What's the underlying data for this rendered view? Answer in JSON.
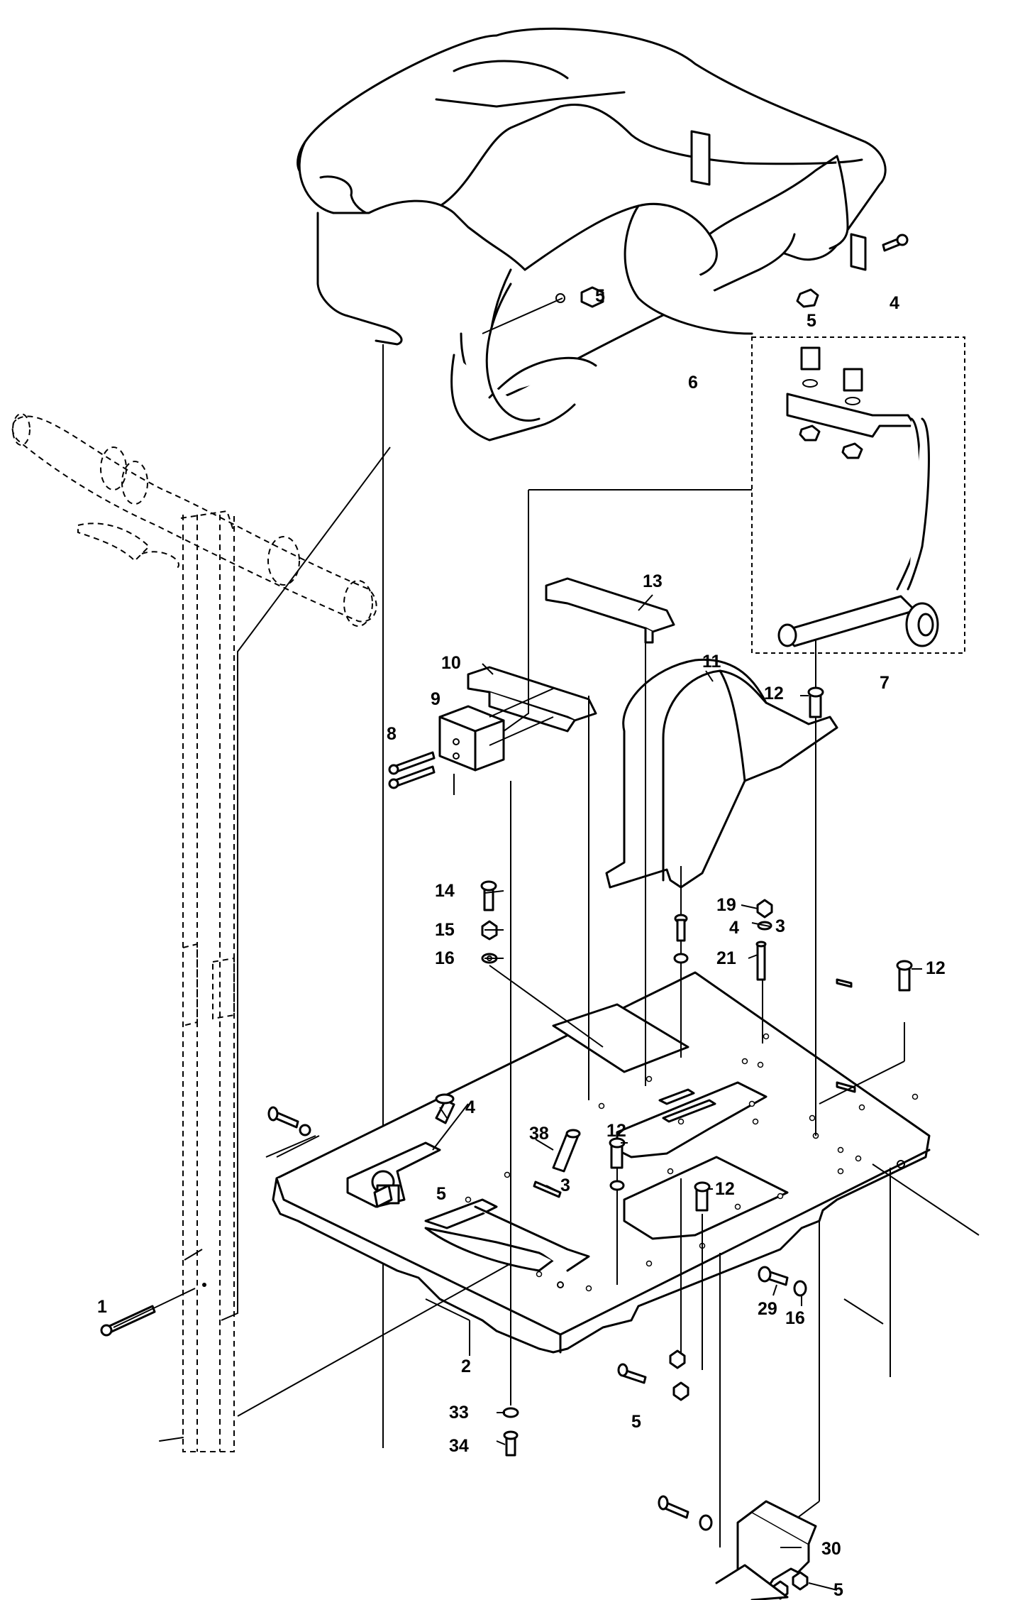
{
  "diagram": {
    "callouts": [
      {
        "id": "c1",
        "text": "1"
      },
      {
        "id": "c2",
        "text": "2"
      },
      {
        "id": "c3a",
        "text": "3"
      },
      {
        "id": "c3b",
        "text": "3"
      },
      {
        "id": "c4a",
        "text": "4"
      },
      {
        "id": "c4b",
        "text": "4"
      },
      {
        "id": "c4c",
        "text": "4"
      },
      {
        "id": "c5a",
        "text": "5"
      },
      {
        "id": "c5b",
        "text": "5"
      },
      {
        "id": "c5c",
        "text": "5"
      },
      {
        "id": "c5d",
        "text": "5"
      },
      {
        "id": "c5e",
        "text": "5"
      },
      {
        "id": "c6",
        "text": "6"
      },
      {
        "id": "c7",
        "text": "7"
      },
      {
        "id": "c8",
        "text": "8"
      },
      {
        "id": "c9",
        "text": "9"
      },
      {
        "id": "c10",
        "text": "10"
      },
      {
        "id": "c11",
        "text": "11"
      },
      {
        "id": "c12a",
        "text": "12"
      },
      {
        "id": "c12b",
        "text": "12"
      },
      {
        "id": "c12c",
        "text": "12"
      },
      {
        "id": "c12d",
        "text": "12"
      },
      {
        "id": "c13",
        "text": "13"
      },
      {
        "id": "c14",
        "text": "14"
      },
      {
        "id": "c15",
        "text": "15"
      },
      {
        "id": "c16a",
        "text": "16"
      },
      {
        "id": "c16b",
        "text": "16"
      },
      {
        "id": "c19",
        "text": "19"
      },
      {
        "id": "c21",
        "text": "21"
      },
      {
        "id": "c29",
        "text": "29"
      },
      {
        "id": "c30",
        "text": "30"
      },
      {
        "id": "c33",
        "text": "33"
      },
      {
        "id": "c34",
        "text": "34"
      },
      {
        "id": "c38",
        "text": "38"
      }
    ]
  }
}
